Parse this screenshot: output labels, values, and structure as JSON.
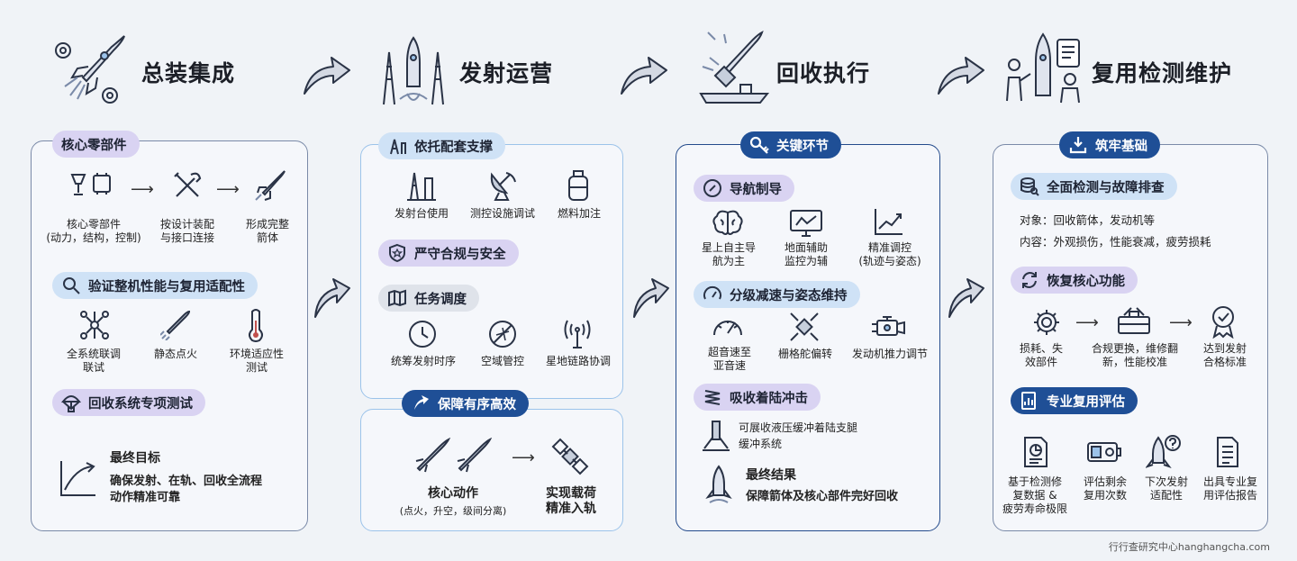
{
  "stages": [
    {
      "title": "总装集成"
    },
    {
      "title": "发射运营"
    },
    {
      "title": "回收执行"
    },
    {
      "title": "复用检测维护"
    }
  ],
  "p1": {
    "s1": {
      "pill": "核心零部件",
      "items": [
        "核心零部件\n(动力，结构，控制)",
        "按设计装配\n与接口连接",
        "形成完整\n箭体"
      ]
    },
    "s2": {
      "pill": "验证整机性能与复用适配性",
      "items": [
        "全系统联调\n联试",
        "静态点火",
        "环境适应性\n测试"
      ]
    },
    "s3": {
      "pill": "回收系统专项测试"
    },
    "goal": {
      "title": "最终目标",
      "text": "确保发射、在轨、回收全流程\n动作精准可靠"
    }
  },
  "p2": {
    "s1": {
      "pill": "依托配套支撑",
      "items": [
        "发射台使用",
        "测控设施调试",
        "燃料加注"
      ]
    },
    "s2": {
      "pill": "严守合规与安全"
    },
    "s3": {
      "pill": "任务调度",
      "items": [
        "统筹发射时序",
        "空域管控",
        "星地链路协调"
      ]
    },
    "s4": {
      "pill": "保障有序高效",
      "core": "核心动作",
      "core_sub": "(点火，升空，级间分离)",
      "result": "实现载荷\n精准入轨"
    }
  },
  "p3": {
    "header": "关键环节",
    "s1": {
      "pill": "导航制导",
      "items": [
        "星上自主导\n航为主",
        "地面辅助\n监控为辅",
        "精准调控\n(轨迹与姿态)"
      ]
    },
    "s2": {
      "pill": "分级减速与姿态维持",
      "items": [
        "超音速至\n亚音速",
        "栅格舵偏转",
        "发动机推力调节"
      ]
    },
    "s3": {
      "pill": "吸收着陆冲击",
      "text": "可展收液压缓冲着陆支腿\n缓冲系统"
    },
    "final": {
      "title": "最终结果",
      "text": "保障箭体及核心部件完好回收"
    }
  },
  "p4": {
    "header": "筑牢基础",
    "s1": {
      "pill": "全面检测与故障排查",
      "obj": "对象：回收箭体，发动机等",
      "content": "内容：外观损伤，性能衰减，疲劳损耗"
    },
    "s2": {
      "pill": "恢复核心功能",
      "items": [
        "损耗、失\n效部件",
        "合规更换，维修翻\n新，性能校准",
        "达到发射\n合格标准"
      ]
    },
    "s3": {
      "pill": "专业复用评估",
      "items": [
        "基于检测修\n复数据 &\n疲劳寿命极限",
        "评估剩余\n复用次数",
        "下次发射\n适配性",
        "出具专业复\n用评估报告"
      ]
    }
  },
  "footer": "行行查研究中心hanghangcha.com"
}
